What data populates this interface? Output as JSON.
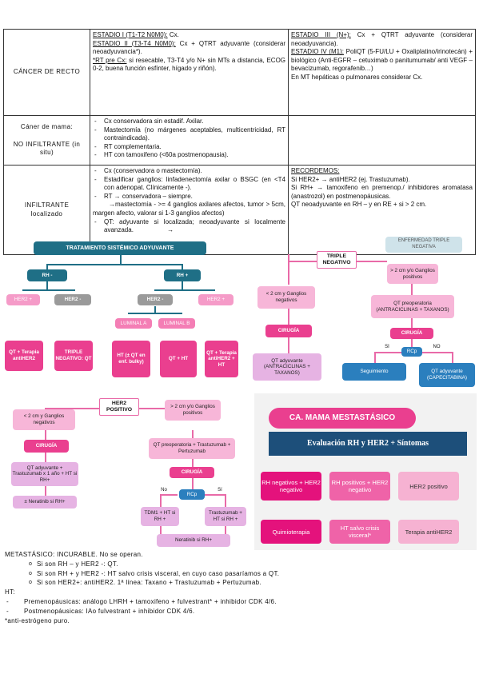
{
  "table": {
    "rows": [
      {
        "label": "CÁNCER DE RECTO",
        "middle": {
          "e1_head": "ESTADIO I (T1-T2 N0M0):",
          "e1_text": " Cx.",
          "e2_head": "ESTADIO II (T3-T4 N0M0):",
          "e2_text": " Cx + QTRT adyuvante (considerar neoadyuvancia*).",
          "rt_head": "*RT pre Cx:",
          "rt_text": " si resecable, T3-T4 y/o N+ sin MTs a distancia, ECOG 0-2, buena función esfínter, hígado y riñón)."
        },
        "right": {
          "e3_head": "ESTADIO III (N+):",
          "e3_text": " Cx + QTRT adyuvante (considerar neoadyuvancia).",
          "e4_head": "ESTADIO IV (M1):",
          "e4_text": " PoliQT (5-FU/LU + Oxaliplatino/irinotecán) + biológico (Anti-EGFR – cetuximab o panitumumab/ anti VEGF – bevacizumab, regorafenib…)",
          "e4_note": "En MT hepáticas o pulmonares considerar Cx."
        }
      },
      {
        "label_1": "Cáner de mama:",
        "label_2": "NO INFILTRANTE (in situ)",
        "items": [
          "Cx conservadora sin estadif. Axilar.",
          "Mastectomía (no márgenes aceptables, multicentricidad, RT contraindicada).",
          "RT complementaria.",
          "HT con tamoxifeno (<60a postmenopausia)."
        ]
      },
      {
        "label_1": "INFILTRANTE",
        "label_2": "localizado",
        "items": [
          "Cx (conservadora o mastectomía).",
          "Estadificar ganglios: linfadenectomía axilar o BSGC (en <T4 con adenopat. Clínicamente -).",
          "RT → conservadora – siempre."
        ],
        "item3_cont": "→mastectomía - >= 4 ganglios axilares afectos, tumor > 5cm, margen afecto, valorar si 1-3 ganglios afectos)",
        "item4": "QT: adyuvante si localizada; neoadyuvante si localmente avanzada.",
        "item4_arrow": "→",
        "right_head": "RECORDEMOS:",
        "right_lines": [
          "Si HER2+ → antiHER2 (ej. Trastuzumab).",
          "Si RH+ → tamoxifeno en premenop./ inhibidores aromatasa (anastrozol) en postmenopáusicas.",
          "QT neoadyuvante en RH – y en RE + si > 2 cm."
        ]
      }
    ]
  },
  "diagrams": {
    "adyuvante": {
      "title": "TRATAMIENTO SISTÉMICO ADYUVANTE",
      "rh_neg": "RH -",
      "rh_pos": "RH +",
      "her2_neg_1": "HER2 -",
      "her2_pos_1": "HER2 +",
      "her2_pos_2": "HER2 +",
      "her2_neg_2": "HER2 -",
      "luminal_a": "LUMINAL A",
      "luminal_b": "LUMINAL B",
      "l1": "QT + Terapia antiHER2",
      "l2": "TRIPLE NEGATIVO: QT",
      "l3": "HT (± QT en enf. bulky)",
      "l4": "QT + HT",
      "l5": "QT + Terapia antiHER2 + HT"
    },
    "triple": {
      "header": "ENFERMEDAD TRIPLE NEGATIVA",
      "title": "TRIPLE NEGATIVO",
      "small": "< 2 cm y Ganglios negativos",
      "big": "> 2 cm y/o Ganglios positivos",
      "qt_pre": "QT preoperatoria (ANTRACICLINAS + TAXANOS)",
      "cirugia_l": "CIRUGÍA",
      "cirugia_r": "CIRUGÍA",
      "qt_adj": "QT adyuvante (ANTRACICLINAS + TAXANOS)",
      "rcp": "RCp",
      "si": "SÍ",
      "no": "NO",
      "seguimiento": "Seguimiento",
      "capecitabina": "QT adyuvante (CAPECITABINA)"
    },
    "her2": {
      "title": "HER2 POSITIVO",
      "small": "< 2 cm y Ganglios negativos",
      "big": "> 2 cm y/o Ganglios positivos",
      "cirugia_l": "CIRUGÍA",
      "qt_pre": "QT preoperatoria + Trastuzumab + Pertuzumab",
      "cirugia_r": "CIRUGÍA",
      "qt_adj": "QT adyuvante + Trastuzumab x 1 año + HT si RH+",
      "rcp": "RCp",
      "no": "No",
      "si": "Sí",
      "tdm1": "TDM1 + HT si RH +",
      "trast": "Trastuzumab + HT si RH +",
      "neratinib_l": "± Neratinib si RH+",
      "neratinib_r": "Neratinib si RH+"
    },
    "metastasico": {
      "title": "CA. MAMA MESTASTÁSICO",
      "eval": "Evaluación RH y HER2 + Síntomas",
      "c1": "RH negativos + HER2 negativo",
      "c2": "RH positivos + HER2 negativo",
      "c3": "HER2 positivo",
      "r1": "Quimioterapia",
      "r2": "HT salvo crisis visceral*",
      "r3": "Terapia antiHER2"
    }
  },
  "bottom": {
    "line1": "METASTÁSICO: INCURABLE. No se operan.",
    "sub": [
      "Si son RH – y HER2 -: QT.",
      "Si son RH + y HER2 -: HT salvo crisis visceral, en cuyo caso pasaríamos a QT.",
      "Si son HER2+: antiHER2. 1ª línea: Taxano + Trastuzumab + Pertuzumab."
    ],
    "ht": "HT:",
    "dashes": [
      "Premenopáusicas: análogo LHRH + tamoxifeno + fulvestrant* + inhibidor CDK 4/6.",
      "Postmenopáusicas: IAo fulvestrant + inhibidor CDK 4/6."
    ],
    "note": "*anti-estrógeno puro."
  }
}
